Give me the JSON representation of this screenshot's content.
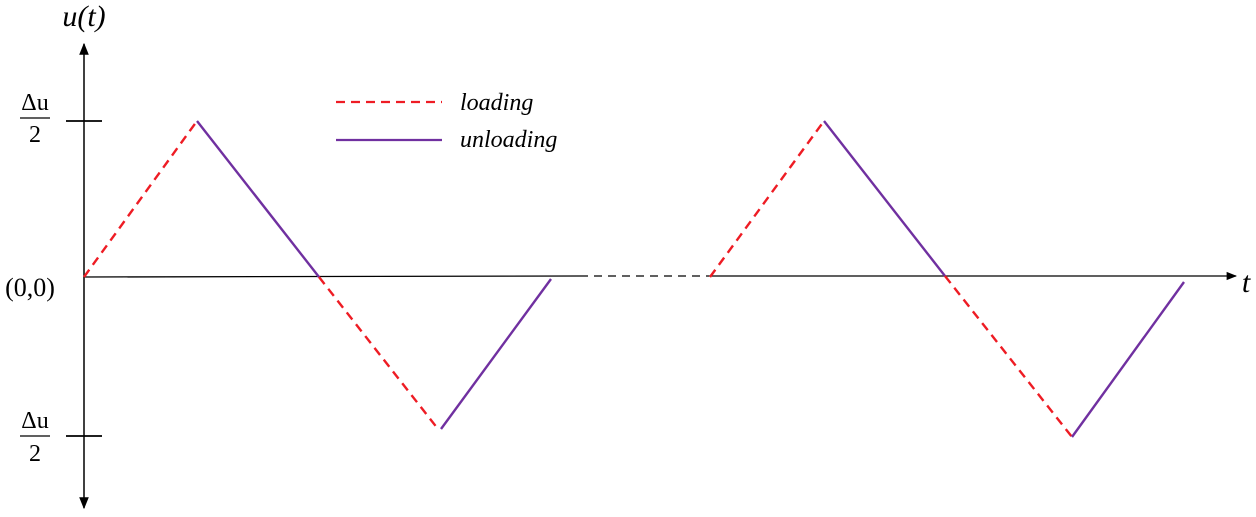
{
  "labels": {
    "y_axis": "u(t)",
    "x_axis": "t",
    "origin": "(0,0)",
    "tick_top_numerator": "Δu",
    "tick_top_denominator": "2",
    "tick_bottom_numerator": "Δu",
    "tick_bottom_denominator": "2"
  },
  "legend": {
    "loading": "loading",
    "unloading": "unloading"
  },
  "colors": {
    "loading": "#ee1c24",
    "unloading": "#7030a0",
    "axis": "#000000"
  }
}
